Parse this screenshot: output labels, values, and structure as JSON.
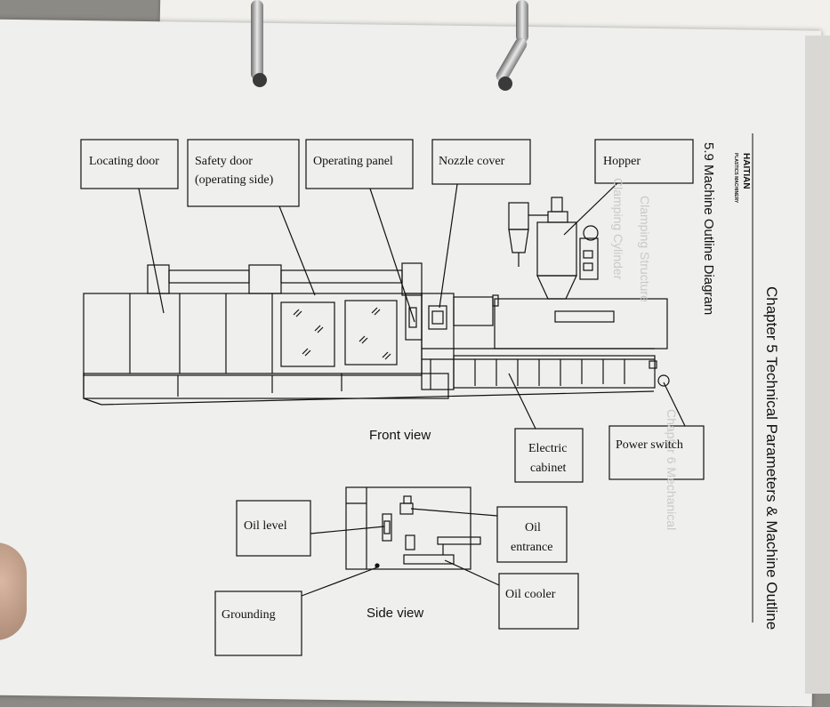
{
  "header": {
    "chapter": "Chapter 5 Technical Parameters & Machine Outline",
    "section": "5.9 Machine Outline Diagram",
    "brand": "HAITIAN",
    "brand_sub": "PLASTICS MACHINERY"
  },
  "front_view": {
    "caption": "Front view",
    "labels": {
      "locating_door": "Locating door",
      "safety_door_1": "Safety door",
      "safety_door_2": "(operating side)",
      "operating_panel": "Operating panel",
      "nozzle_cover": "Nozzle cover",
      "hopper": "Hopper",
      "electric_1": "Electric",
      "electric_2": "cabinet",
      "power_switch": "Power switch"
    }
  },
  "side_view": {
    "caption": "Side view",
    "labels": {
      "oil_level": "Oil level",
      "oil_entrance_1": "Oil",
      "oil_entrance_2": "entrance",
      "oil_cooler": "Oil cooler",
      "grounding": "Grounding"
    }
  },
  "colors": {
    "page": "#efefed",
    "ink": "#111111",
    "background": "#8c8a85"
  }
}
